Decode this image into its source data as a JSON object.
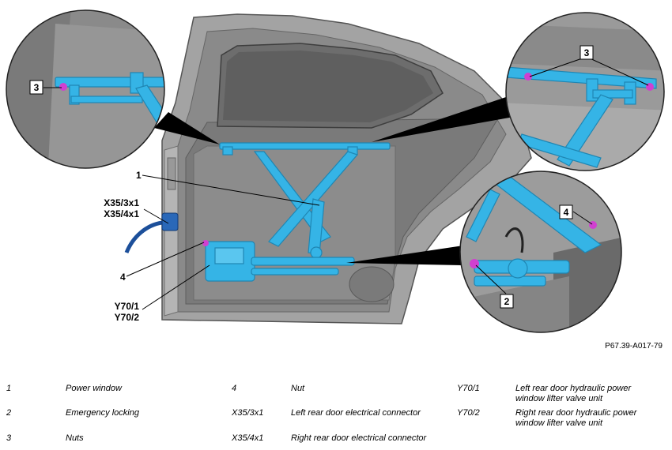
{
  "callouts": {
    "c1": "1",
    "c2": "2",
    "c3_left": "3",
    "c3_right": "3",
    "c4_main": "4",
    "c4_detail": "4",
    "x35_3x1": "X35/3x1",
    "x35_4x1": "X35/4x1",
    "y70_1": "Y70/1",
    "y70_2": "Y70/2"
  },
  "figure_ref": "P67.39-A017-79",
  "legend": [
    {
      "key": "1",
      "text": "Power window"
    },
    {
      "key": "2",
      "text": "Emergency locking"
    },
    {
      "key": "3",
      "text": "Nuts"
    },
    {
      "key": "4",
      "text": "Nut"
    },
    {
      "key": "X35/3x1",
      "text": "Left rear door electrical connector"
    },
    {
      "key": "X35/4x1",
      "text": "Right rear door electrical connector"
    },
    {
      "key": "Y70/1",
      "text": "Left rear door hydraulic power window lifter valve unit"
    },
    {
      "key": "Y70/2",
      "text": "Right rear door hydraulic power window lifter valve unit"
    }
  ],
  "colors": {
    "component": "#35b4e6",
    "component_dark": "#1f86b3",
    "fastener": "#d040d0",
    "door_panel": "#9a9a9a",
    "door_inner": "#7f7f7f"
  }
}
